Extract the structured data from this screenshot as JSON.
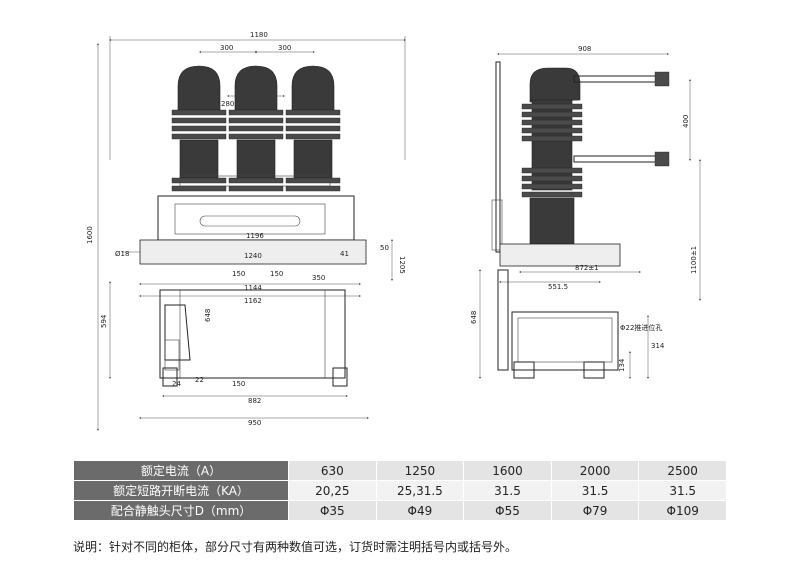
{
  "drawing": {
    "front_dims": {
      "overall_width": "1180",
      "pole_pitch_1": "300",
      "pole_pitch_2": "300",
      "pole_pitch_3": "300",
      "pole_inner": "280",
      "height": "1600",
      "width_1196": "1196",
      "width_1240": "1240",
      "dia_18": "Ø18",
      "dim_150_a": "150",
      "dim_150_b": "150",
      "dim_350": "350",
      "dim_1144": "1144",
      "dim_1162": "1162",
      "dim_594": "594",
      "dim_648": "648",
      "dim_24": "24",
      "dim_22": "22",
      "dim_150_c": "150",
      "dim_882": "882",
      "dim_950": "950",
      "dim_1205": "1205",
      "dim_50": "50",
      "dim_41": "41"
    },
    "side_dims": {
      "overall_width": "908",
      "dim_400": "400",
      "dim_1100": "1100±1",
      "dim_872": "872±1",
      "dim_551": "551.5",
      "dim_648": "648",
      "dim_314": "314",
      "dim_134": "134",
      "hole_label": "Φ22推进位孔"
    }
  },
  "table": {
    "rows": [
      {
        "label": "额定电流（A）",
        "values": [
          "630",
          "1250",
          "1600",
          "2000",
          "2500"
        ]
      },
      {
        "label": "额定短路开断电流（KA）",
        "values": [
          "20,25",
          "25,31.5",
          "31.5",
          "31.5",
          "31.5"
        ]
      },
      {
        "label": "配合静触头尺寸D（mm）",
        "values": [
          "Φ35",
          "Φ49",
          "Φ55",
          "Φ79",
          "Φ109"
        ]
      }
    ]
  },
  "note": "说明：针对不同的柜体，部分尺寸有两种数值可选，订货时需注明括号内或括号外。"
}
